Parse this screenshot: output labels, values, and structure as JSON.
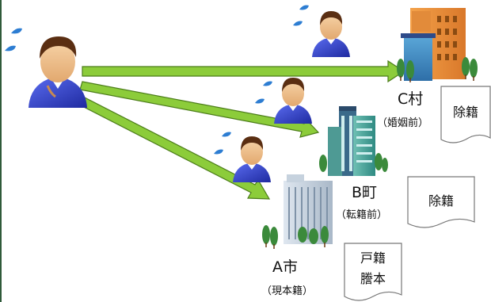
{
  "places": {
    "c_village": {
      "name": "C村",
      "note": "（婚姻前）"
    },
    "b_town": {
      "name": "B町",
      "note": "（転籍前）"
    },
    "a_city": {
      "name": "A市",
      "note": "（現本籍）"
    }
  },
  "documents": {
    "c_doc": {
      "line1": "除籍"
    },
    "b_doc": {
      "line1": "除籍"
    },
    "a_doc": {
      "line1": "戸籍",
      "line2": "謄本"
    }
  },
  "colors": {
    "arrow": "#8ccc3a",
    "arrow_outline": "#4c7d1a",
    "person_shirt": "#2b3cc4",
    "sweat_drop": "#2d7dd2",
    "doc_outline": "#777777"
  },
  "icons": [
    "requester-person-icon",
    "clerk-person-icon",
    "building-icon",
    "document-icon",
    "sweat-drop-icon",
    "arrow-icon"
  ]
}
